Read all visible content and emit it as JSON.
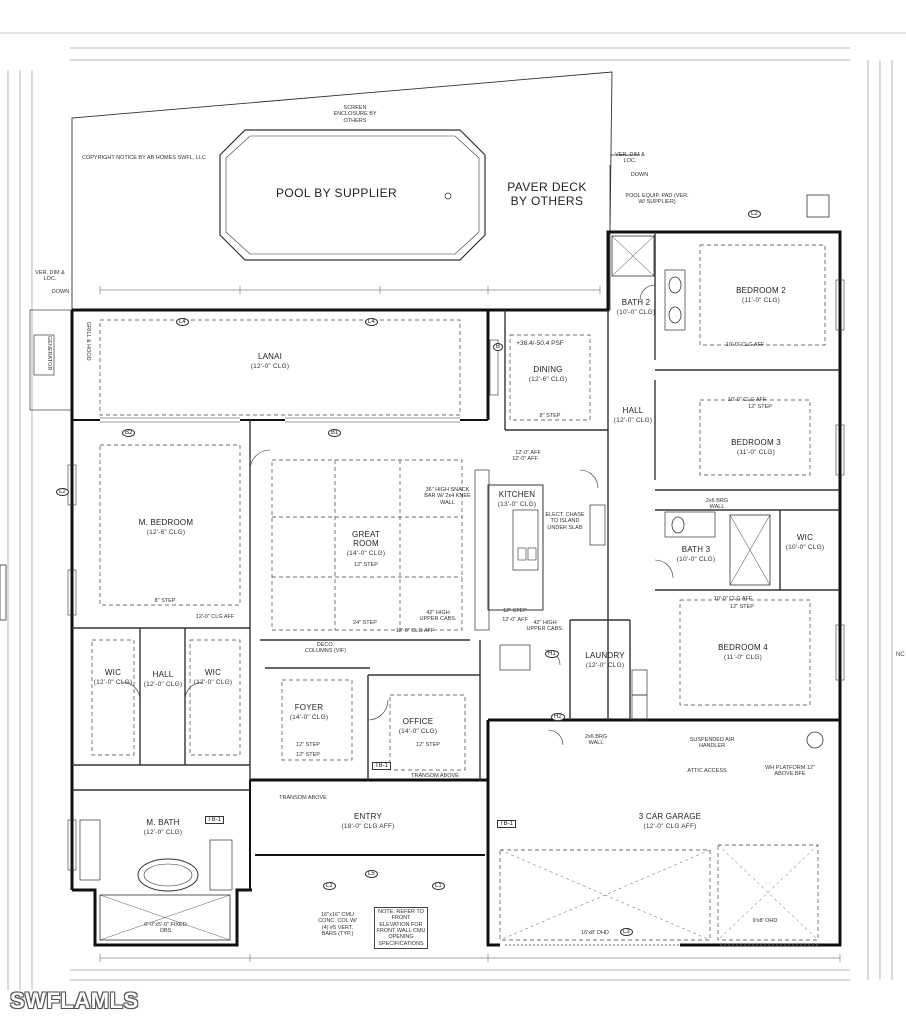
{
  "plan": {
    "copyright": "COPYRIGHT NOTICE BY AB HOMES SWFL, LLC",
    "screen": "SCREEN ENCLOSURE BY OTHERS",
    "pool": "POOL BY SUPPLIER",
    "paver": "PAVER DECK BY OTHERS",
    "pool_equip": "POOL EQUIP. PAD (VER. W/ SUPPLIER)",
    "ver_dim_left": "VER. DIM & LOC.",
    "ver_dim_right": "VER. DIM & LOC.",
    "down_left": "DOWN",
    "down_right": "DOWN",
    "generator": "GENERATOR",
    "grill": "GRILL & HOOD",
    "psf": "+36.4/-50.4 PSF",
    "snack_bar": "36\" HIGH SNACK BAR W/ 2x4 KNEE WALL",
    "elect_chase": "ELECT. CHASE TO ISLAND UNDER SLAB",
    "deco_columns": "DECO. COLUMNS (VIF)",
    "upper_cabs_1": "42\" HIGH UPPER CABS.",
    "upper_cabs_2": "42\" HIGH UPPER CABS.",
    "suspended_air": "SUSPENDED AIR HANDLER",
    "attic_access": "ATTIC ACCESS",
    "wh_platform": "WH PLATFORM 12\" ABOVE BFE",
    "cmu_col": "16\"x16\" CMU CONC. COL W/ (4) #5 VERT. BARS (TYP.)",
    "elevation_note": "NOTE: REFER TO FRONT ELEVATION FOR FRONT WALL CMU OPENING SPECIFICATIONS",
    "fixed_obs": "6'-0\"x5'-0\" FIXED OBS",
    "ohd_1": "16'x8' OHD",
    "ohd_2": "9'x8' OHD",
    "transom_above_1": "TRANSOM ABOVE",
    "transom_above_2": "TRANSOM ABOVE",
    "brg_wall_1": "2x6 BRG WALL",
    "brg_wall_2": "2x6 BRG WALL"
  },
  "rooms": [
    {
      "name": "LANAI",
      "sub": "(12'-0\" CLG)"
    },
    {
      "name": "DINING",
      "sub": "(12'-6\" CLG)"
    },
    {
      "name": "BATH 2",
      "sub": "(10'-0\" CLG)"
    },
    {
      "name": "BEDROOM 2",
      "sub": "(11'-0\" CLG)"
    },
    {
      "name": "HALL",
      "sub": "(12'-0\" CLG)"
    },
    {
      "name": "BEDROOM 3",
      "sub": "(11'-0\" CLG)"
    },
    {
      "name": "M. BEDROOM",
      "sub": "(12'-6\" CLG)"
    },
    {
      "name": "GREAT ROOM",
      "sub": "(14'-0\" CLG)"
    },
    {
      "name": "KITCHEN",
      "sub": "(13'-0\" CLG)"
    },
    {
      "name": "BATH 3",
      "sub": "(10'-0\" CLG)"
    },
    {
      "name": "WIC",
      "sub": "(10'-0\" CLG)"
    },
    {
      "name": "WIC",
      "sub": "(12'-0\" CLG)"
    },
    {
      "name": "HALL",
      "sub": "(12'-0\" CLG)"
    },
    {
      "name": "WIC",
      "sub": "(12'-0\" CLG)"
    },
    {
      "name": "FOYER",
      "sub": "(14'-0\" CLG)"
    },
    {
      "name": "OFFICE",
      "sub": "(14'-0\" CLG)"
    },
    {
      "name": "LAUNDRY",
      "sub": "(12'-0\" CLG)"
    },
    {
      "name": "BEDROOM 4",
      "sub": "(11'-0\" CLG)"
    },
    {
      "name": "M. BATH",
      "sub": "(12'-0\" CLG)"
    },
    {
      "name": "ENTRY",
      "sub": "(18'-0\" CLG AFF)"
    },
    {
      "name": "3 CAR GARAGE",
      "sub": "(12'-0\" CLG AFF)"
    }
  ],
  "steps": [
    "8\" STEP",
    "12\" STEP",
    "8\" STEP",
    "12\" STEP",
    "12\" STEP",
    "24\" STEP",
    "12\" STEP",
    "12\" STEP",
    "12\" STEP",
    "12\" STEP"
  ],
  "ceilings": [
    "12'-0\" AFF",
    "12'-0\" CLG AFF",
    "12'-0\" AFF",
    "10'-0\" CLG AFF",
    "10'-0\" CLG AFF",
    "10'-0\" CLG AFF",
    "12'-0\" CLG AFF",
    "12'-0\" AFF"
  ],
  "tags": [
    "L1",
    "L1",
    "L2",
    "L2",
    "L3",
    "L4",
    "L4",
    "L5",
    "B",
    "B1",
    "B2",
    "H1",
    "H2",
    "TB-1",
    "TB-1",
    "TB-1"
  ],
  "edge_text": "NC",
  "watermark": "SWFLAMLS"
}
